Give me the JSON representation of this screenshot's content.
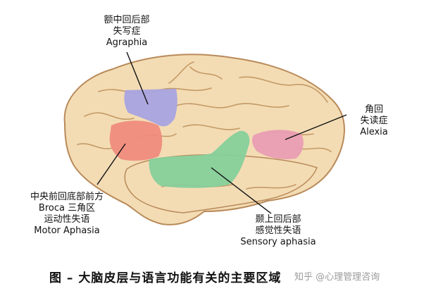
{
  "labels": {
    "top": [
      "额中回后部",
      "失写症",
      "Agraphia"
    ],
    "right": [
      "角回",
      "失读症",
      "Alexia"
    ],
    "left": [
      "中央前回底部前方",
      "Broca 三角区",
      "运动性失语",
      "Motor Aphasia"
    ],
    "bottom": [
      "颞上回后部",
      "感觉性失语",
      "Sensory aphasia"
    ]
  },
  "caption": "图 –    大脑皮层与语言功能有关的主要区域",
  "watermark": "知乎 @心理管理咨询",
  "colors": {
    "brain_fill": "#f3dcb4",
    "gyri_line": "#c49a66",
    "agraphia": "#a8a3e0",
    "broca": "#ef8b7e",
    "alexia": "#e99db3",
    "sensory": "#86cf9b"
  }
}
